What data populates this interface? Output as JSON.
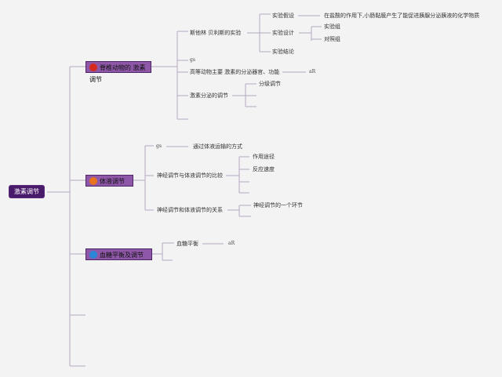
{
  "root": {
    "label": "激素调节"
  },
  "branch1": {
    "label": "脊椎动物的 激素调节",
    "icon_color": "#d42a1f",
    "experiment": {
      "label": "斯他林 贝利斯的实验",
      "hypothesis": "实验假设",
      "hypothesis_text": "在盐酸的作用下,小肠黏膜产生了能促进胰腺分泌胰液的化学物质",
      "design": "实验设计",
      "exp_group": "实验组",
      "ctrl_group": "对照组",
      "conclusion": "实验结论"
    },
    "gs_mark": "gs",
    "organs": "高等动物主要 激素的分泌器官、功能",
    "organs_mark": "aR",
    "secretion": "激素分泌的调节",
    "hierarchical": "分级调节"
  },
  "branch2": {
    "label": "体液调节",
    "icon_color": "#e8731f",
    "gs_mark": "gs",
    "transport": "通过体液运输的方式",
    "compare": "神经调节与体液调节的比较",
    "pathway": "作用途径",
    "speed": "反应速度",
    "relation": "神经调节和体液调节的关系",
    "link": "神经调节的一个环节"
  },
  "branch3": {
    "label": "血糖平衡及调节",
    "icon_color": "#2a86d6",
    "balance": "血糖平衡",
    "balance_mark": "aR"
  },
  "colors": {
    "line": "#b3a8c2",
    "root": "#4a1a6b",
    "main": "#8e57a8"
  }
}
